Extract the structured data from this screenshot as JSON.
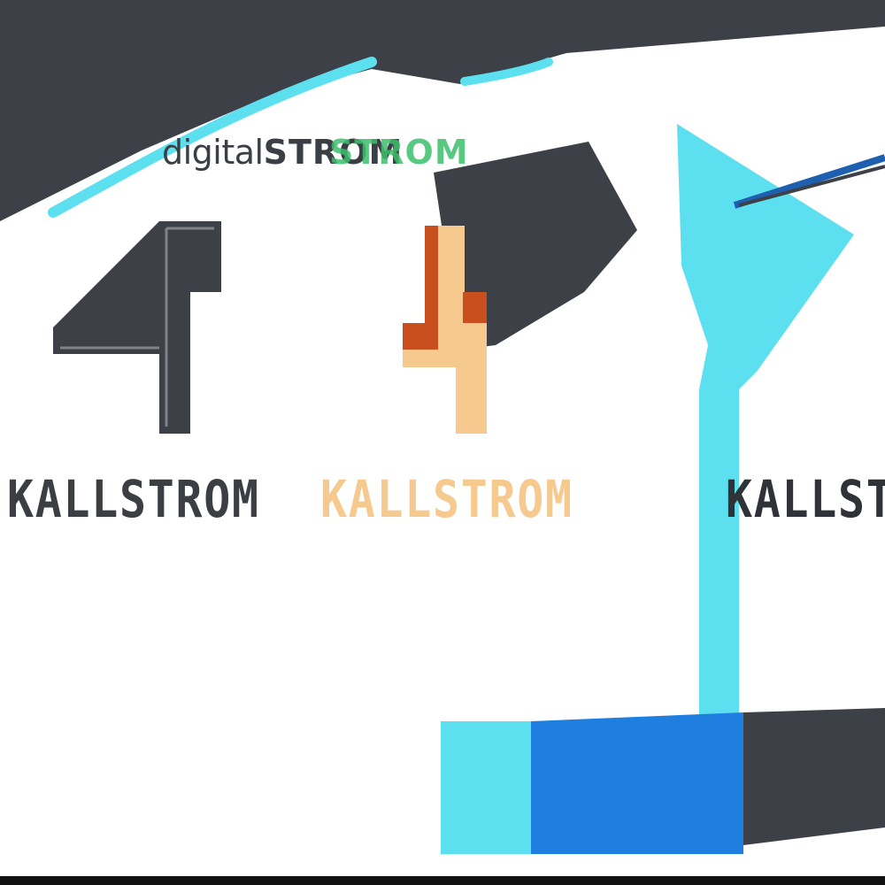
{
  "sponsor": {
    "prefix": "digital",
    "word": "STROM"
  },
  "sponsor_overlay": {
    "word": "STROM"
  },
  "number": "4",
  "player_name": "KALLSTROM",
  "colors": {
    "shirt": "#ffffff",
    "sleeve_accent": "#5ce0f0",
    "panel_blue": "#1e7fe0",
    "shadow": "#3d4147",
    "number_center": "#f6c98e",
    "number_shadow": "#c9501e",
    "sponsor_green": "#3dbf6a"
  }
}
